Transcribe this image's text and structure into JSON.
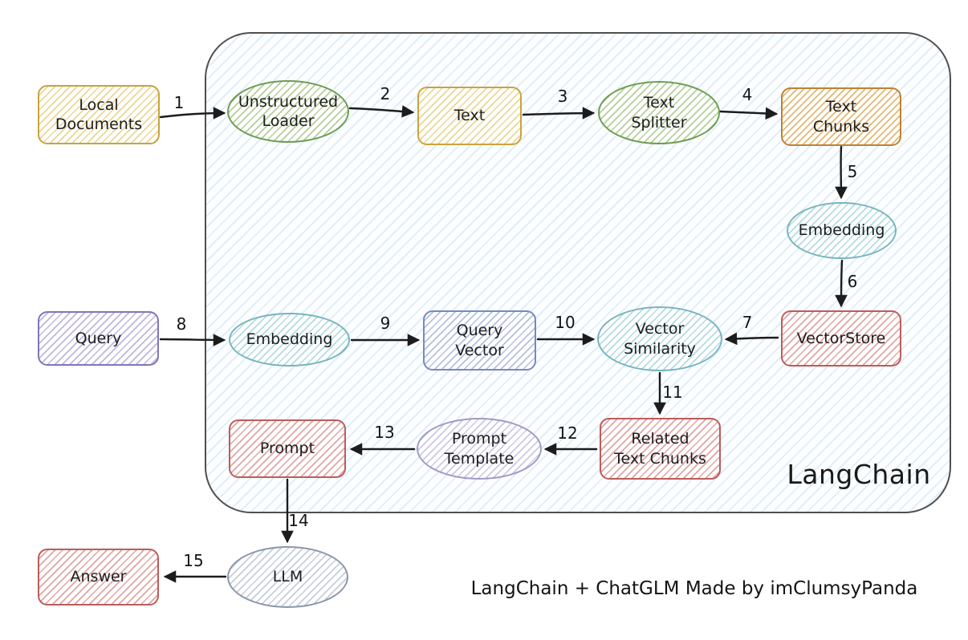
{
  "container": {
    "label": "LangChain"
  },
  "caption": "LangChain + ChatGLM Made by imClumsyPanda",
  "nodes": [
    {
      "id": "local-documents",
      "label": "Local\nDocuments",
      "shape": "rect",
      "stroke": "#c9a43d"
    },
    {
      "id": "unstructured-loader",
      "label": "Unstructured\nLoader",
      "shape": "ellipse",
      "stroke": "#6b9d51"
    },
    {
      "id": "text",
      "label": "Text",
      "shape": "rect",
      "stroke": "#c9a43d"
    },
    {
      "id": "text-splitter",
      "label": "Text\nSplitter",
      "shape": "ellipse",
      "stroke": "#6b9d51"
    },
    {
      "id": "text-chunks",
      "label": "Text\nChunks",
      "shape": "rect",
      "stroke": "#bf812f"
    },
    {
      "id": "embedding-store",
      "label": "Embedding",
      "shape": "ellipse",
      "stroke": "#76b4bf"
    },
    {
      "id": "vectorstore",
      "label": "VectorStore",
      "shape": "rect",
      "stroke": "#bd5c5a"
    },
    {
      "id": "query",
      "label": "Query",
      "shape": "rect",
      "stroke": "#7e77b8"
    },
    {
      "id": "embedding-query",
      "label": "Embedding",
      "shape": "ellipse",
      "stroke": "#76b4bf"
    },
    {
      "id": "query-vector",
      "label": "Query\nVector",
      "shape": "rect",
      "stroke": "#7689c2"
    },
    {
      "id": "vector-similarity",
      "label": "Vector\nSimilarity",
      "shape": "ellipse",
      "stroke": "#76b4bf"
    },
    {
      "id": "related-text-chunks",
      "label": "Related\nText Chunks",
      "shape": "rect",
      "stroke": "#bd5c5a"
    },
    {
      "id": "prompt-template",
      "label": "Prompt\nTemplate",
      "shape": "ellipse",
      "stroke": "#a09ac6"
    },
    {
      "id": "prompt",
      "label": "Prompt",
      "shape": "rect",
      "stroke": "#bd5c5a"
    },
    {
      "id": "llm",
      "label": "LLM",
      "shape": "ellipse",
      "stroke": "#8b97ab"
    },
    {
      "id": "answer",
      "label": "Answer",
      "shape": "rect",
      "stroke": "#bd5c5a"
    }
  ],
  "edges": [
    {
      "label": "1",
      "from": "local-documents",
      "to": "unstructured-loader"
    },
    {
      "label": "2",
      "from": "unstructured-loader",
      "to": "text"
    },
    {
      "label": "3",
      "from": "text",
      "to": "text-splitter"
    },
    {
      "label": "4",
      "from": "text-splitter",
      "to": "text-chunks"
    },
    {
      "label": "5",
      "from": "text-chunks",
      "to": "embedding-store"
    },
    {
      "label": "6",
      "from": "embedding-store",
      "to": "vectorstore"
    },
    {
      "label": "7",
      "from": "vectorstore",
      "to": "vector-similarity"
    },
    {
      "label": "8",
      "from": "query",
      "to": "embedding-query"
    },
    {
      "label": "9",
      "from": "embedding-query",
      "to": "query-vector"
    },
    {
      "label": "10",
      "from": "query-vector",
      "to": "vector-similarity"
    },
    {
      "label": "11",
      "from": "vector-similarity",
      "to": "related-text-chunks"
    },
    {
      "label": "12",
      "from": "related-text-chunks",
      "to": "prompt-template"
    },
    {
      "label": "13",
      "from": "prompt-template",
      "to": "prompt"
    },
    {
      "label": "14",
      "from": "prompt",
      "to": "llm"
    },
    {
      "label": "15",
      "from": "llm",
      "to": "answer"
    }
  ]
}
